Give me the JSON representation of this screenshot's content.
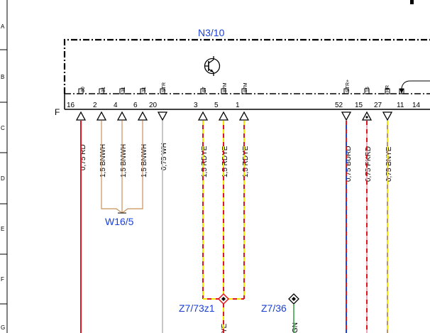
{
  "rows": [
    "A",
    "B",
    "C",
    "D",
    "E",
    "F",
    "G"
  ],
  "module": {
    "name": "N3/10",
    "connector": "F"
  },
  "pins": [
    {
      "num": "16",
      "sig": "30",
      "wire": "0,75 RD"
    },
    {
      "num": "2",
      "sig": "31",
      "wire": "1,5 BNWH"
    },
    {
      "num": "4",
      "sig": "31",
      "wire": "1,5 BNWH"
    },
    {
      "num": "6",
      "sig": "31",
      "wire": "1,5 BNWH"
    },
    {
      "num": "20",
      "sig": "STR",
      "wire": "0,75 WH"
    },
    {
      "num": "3",
      "sig": "87",
      "wire": "1,5 RDYE"
    },
    {
      "num": "5",
      "sig": "87M",
      "wire": "1,5 RDYE"
    },
    {
      "num": "1",
      "sig": "87M",
      "wire": "1,5 RDYE"
    },
    {
      "num": "52",
      "sig": "STR+",
      "wire": "0,75 BURD"
    },
    {
      "num": "15",
      "sig": "15",
      "wire": "0,75 PKRD"
    },
    {
      "num": "27",
      "sig": "HR",
      "wire": "0,75 BNYE"
    },
    {
      "num": "11",
      "sig": "",
      "wire": ""
    },
    {
      "num": "14",
      "sig": "",
      "wire": ""
    }
  ],
  "ground_point": {
    "label": "W16/5"
  },
  "splices": [
    {
      "label": "Z7/73z1",
      "wire_tail": "YE"
    },
    {
      "label": "Z7/36",
      "wire_tail": "GN"
    }
  ],
  "colors": {
    "red": "#e0141e",
    "yellow": "#f2e600",
    "blue": "#1f3fe0",
    "pink": "#f0a8b8",
    "brown": "#c8905a",
    "white_wire": "#c8c8c8",
    "label_blue": "#1a3fd6",
    "green": "#2e9e3e"
  }
}
